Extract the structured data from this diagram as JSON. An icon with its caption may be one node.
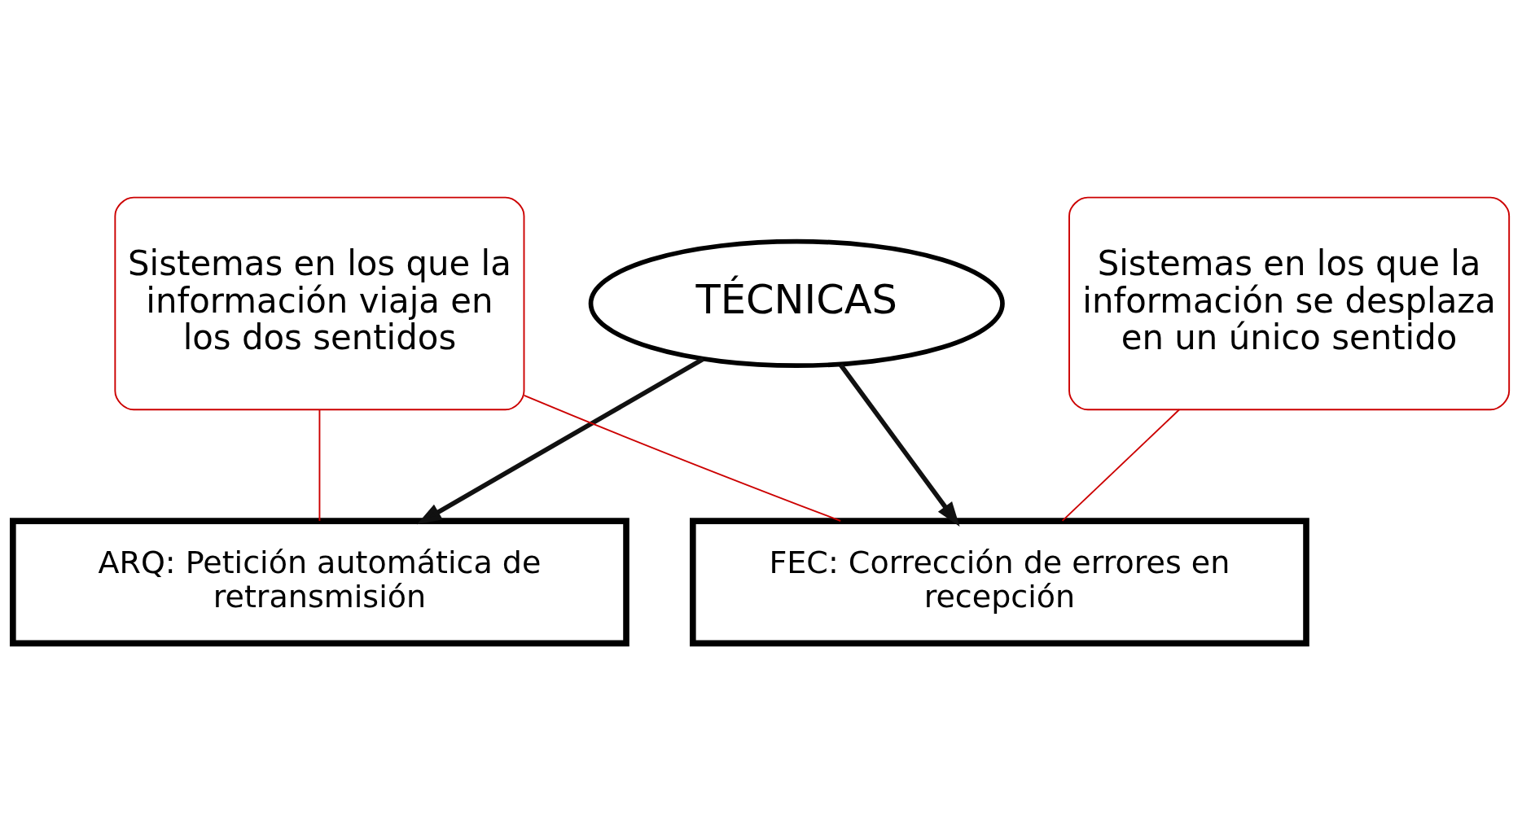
{
  "diagram": {
    "nodes": [
      {
        "text": [
          "TÉCNICAS"
        ]
      },
      {
        "text": [
          "ARQ: Petición automática de retransmisión"
        ]
      },
      {
        "text": [
          "FEC: Corrección de errores en recepción"
        ]
      },
      {
        "text": [
          "Sistemas en los que la información viaja en los dos sentidos"
        ]
      },
      {
        "text": [
          "Sistemas en los que la información se desplaza en un único sentido"
        ]
      }
    ],
    "edges": [
      {
        "from": 0,
        "to": 1,
        "arrow": "to",
        "style": "thick",
        "color": "#111111"
      },
      {
        "from": 0,
        "to": 2,
        "arrow": "to",
        "style": "thick",
        "color": "#111111"
      },
      {
        "from": 3,
        "to": 1,
        "arrow": "none",
        "color": "#cc0000"
      },
      {
        "from": 3,
        "to": 2,
        "arrow": "none",
        "color": "#cc0000"
      },
      {
        "from": 4,
        "to": 2,
        "arrow": "none",
        "color": "#cc0000"
      }
    ]
  }
}
